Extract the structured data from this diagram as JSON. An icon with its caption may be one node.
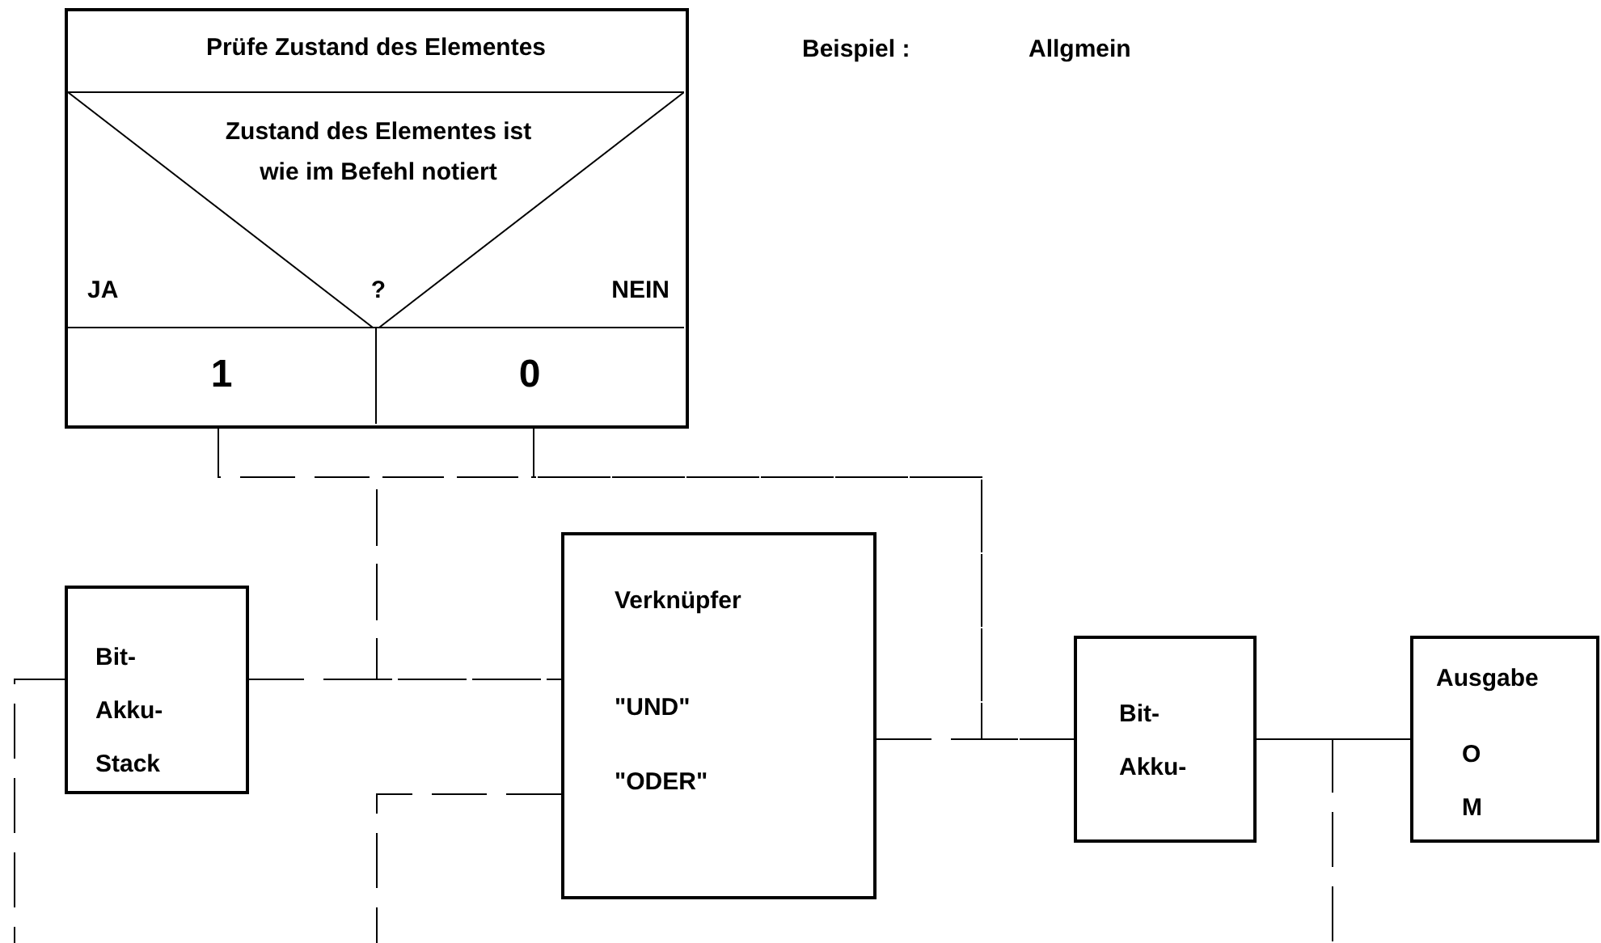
{
  "diagram": {
    "nodes": [
      {
        "text": [
          "Prüfe Zustand des Elementes",
          "Zustand des Elementes ist wie im Befehl notiert",
          "JA",
          "?",
          "NEIN"
        ]
      },
      {
        "text": [
          "1"
        ],
        "in": 0
      },
      {
        "text": [
          "0"
        ],
        "in": 0
      },
      {
        "text": [
          "Bit- Akku- Stack"
        ]
      },
      {
        "text": [
          "Verknüpfer",
          "\"UND\"",
          "\"ODER\""
        ]
      },
      {
        "text": [
          "Bit- Akku-"
        ]
      },
      {
        "text": [
          "Ausgabe",
          "O",
          "M"
        ]
      }
    ],
    "edges": [
      {
        "from": 1,
        "to": 5,
        "arrow": "none",
        "style": "dashed"
      },
      {
        "from": 2,
        "to": 5,
        "arrow": "none",
        "style": "dashed"
      },
      {
        "from": 1,
        "to": 4,
        "arrow": "none",
        "style": "dashed"
      },
      {
        "from": 2,
        "to": 4,
        "arrow": "none",
        "style": "dashed"
      },
      {
        "from": 3,
        "to": 4,
        "arrow": "none",
        "style": "dashed"
      },
      {
        "from": 4,
        "to": 5,
        "arrow": "none",
        "style": "dashed"
      },
      {
        "from": 5,
        "to": 6,
        "arrow": "none"
      },
      {
        "from": 3,
        "to": null,
        "arrow": "none",
        "style": "dashed"
      },
      {
        "from": 4,
        "to": null,
        "arrow": "none",
        "style": "dashed"
      },
      {
        "from": 5,
        "to": null,
        "arrow": "none",
        "style": "dashed"
      }
    ],
    "labels": [
      "Beispiel :",
      "Allgmein"
    ]
  }
}
